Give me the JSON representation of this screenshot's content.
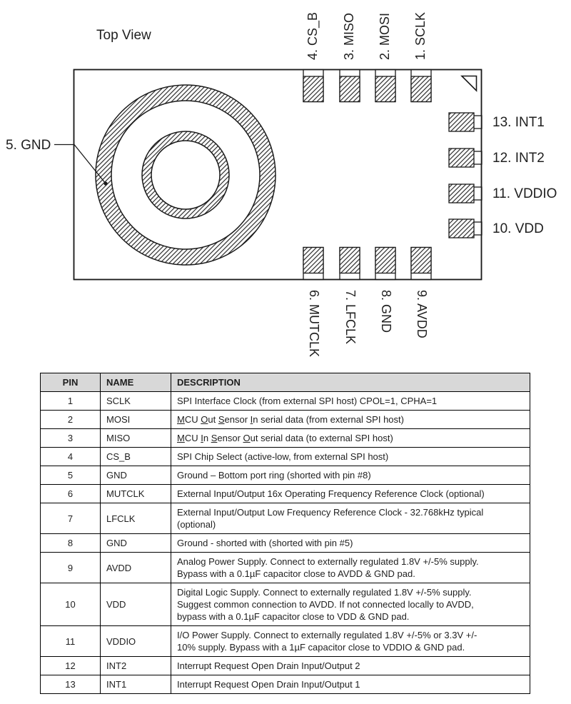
{
  "diagram": {
    "title": "Top View",
    "left_pin": "5. GND",
    "top_pins": [
      "4. CS_B",
      "3. MISO",
      "2. MOSI",
      "1. SCLK"
    ],
    "right_pins": [
      "13. INT1",
      "12. INT2",
      "11. VDDIO",
      "10. VDD"
    ],
    "bottom_pins": [
      "6. MUTCLK",
      "7. LFCLK",
      "8. GND",
      "9. AVDD"
    ]
  },
  "colors": {
    "ink": "#1a1a1a",
    "table_header_bg": "#d8d8d8"
  },
  "table": {
    "headers": [
      "PIN",
      "NAME",
      "DESCRIPTION"
    ],
    "rows": [
      {
        "pin": "1",
        "name": "SCLK",
        "desc": [
          {
            "t": "SPI Interface Clock (from external SPI host) CPOL=1, CPHA=1"
          }
        ]
      },
      {
        "pin": "2",
        "name": "MOSI",
        "desc": [
          {
            "t": "M",
            "u": true
          },
          {
            "t": "CU "
          },
          {
            "t": "O",
            "u": true
          },
          {
            "t": "ut "
          },
          {
            "t": "S",
            "u": true
          },
          {
            "t": "ensor "
          },
          {
            "t": "I",
            "u": true
          },
          {
            "t": "n serial data (from external SPI host)"
          }
        ]
      },
      {
        "pin": "3",
        "name": "MISO",
        "desc": [
          {
            "t": "M",
            "u": true
          },
          {
            "t": "CU "
          },
          {
            "t": "I",
            "u": true
          },
          {
            "t": "n "
          },
          {
            "t": "S",
            "u": true
          },
          {
            "t": "ensor "
          },
          {
            "t": "O",
            "u": true
          },
          {
            "t": "ut serial data (to external SPI host)"
          }
        ]
      },
      {
        "pin": "4",
        "name": "CS_B",
        "desc": [
          {
            "t": "SPI Chip Select (active-low, from external SPI host)"
          }
        ]
      },
      {
        "pin": "5",
        "name": "GND",
        "desc": [
          {
            "t": "Ground – Bottom port ring (shorted with pin #8)"
          }
        ]
      },
      {
        "pin": "6",
        "name": "MUTCLK",
        "desc": [
          {
            "t": "External Input/Output 16x Operating Frequency Reference Clock (optional)"
          }
        ]
      },
      {
        "pin": "7",
        "name": "LFCLK",
        "desc": [
          {
            "t": "External Input/Output Low Frequency Reference Clock - 32.768kHz typical"
          },
          {
            "br": true
          },
          {
            "t": "(optional)"
          }
        ]
      },
      {
        "pin": "8",
        "name": "GND",
        "desc": [
          {
            "t": "Ground - shorted with (shorted with pin #5)"
          }
        ]
      },
      {
        "pin": "9",
        "name": "AVDD",
        "desc": [
          {
            "t": "Analog Power Supply. Connect to externally regulated 1.8V +/-5%  supply."
          },
          {
            "br": true
          },
          {
            "t": "Bypass with a 0.1µF capacitor close to AVDD & GND pad."
          }
        ]
      },
      {
        "pin": "10",
        "name": "VDD",
        "desc": [
          {
            "t": "Digital Logic Supply. Connect to externally regulated 1.8V +/-5%  supply."
          },
          {
            "br": true
          },
          {
            "t": "Suggest common connection to AVDD. If not connected locally to AVDD,"
          },
          {
            "br": true
          },
          {
            "t": "bypass with a 0.1µF capacitor close to VDD & GND pad."
          }
        ]
      },
      {
        "pin": "11",
        "name": "VDDIO",
        "desc": [
          {
            "t": "I/O Power Supply. Connect to externally regulated 1.8V +/-5% or 3.3V +/-"
          },
          {
            "br": true
          },
          {
            "t": "10% supply. Bypass with a 1µF capacitor close to VDDIO & GND pad."
          }
        ]
      },
      {
        "pin": "12",
        "name": "INT2",
        "desc": [
          {
            "t": "Interrupt Request Open Drain Input/Output 2"
          }
        ]
      },
      {
        "pin": "13",
        "name": "INT1",
        "desc": [
          {
            "t": "Interrupt Request Open Drain Input/Output 1"
          }
        ]
      }
    ]
  }
}
